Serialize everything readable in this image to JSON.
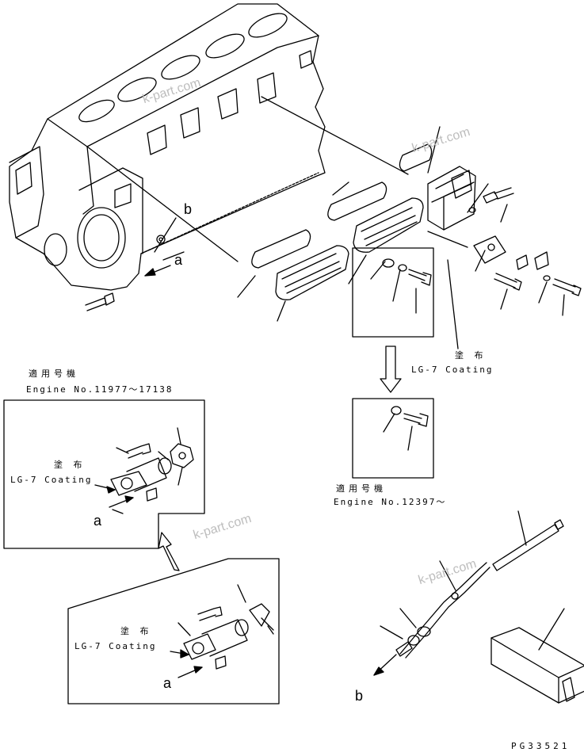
{
  "watermark_text": "k-part.com",
  "coating_jp": "塗 布",
  "coating_en": "LG-7 Coating",
  "engine_serials": [
    {
      "jp": "適用号機",
      "range": "Engine No.11977～17138"
    },
    {
      "jp": "適用号機",
      "range": "Engine No.12397～"
    }
  ],
  "callouts": {
    "a": "a",
    "b": "b"
  },
  "drawing_code": "PG33521"
}
